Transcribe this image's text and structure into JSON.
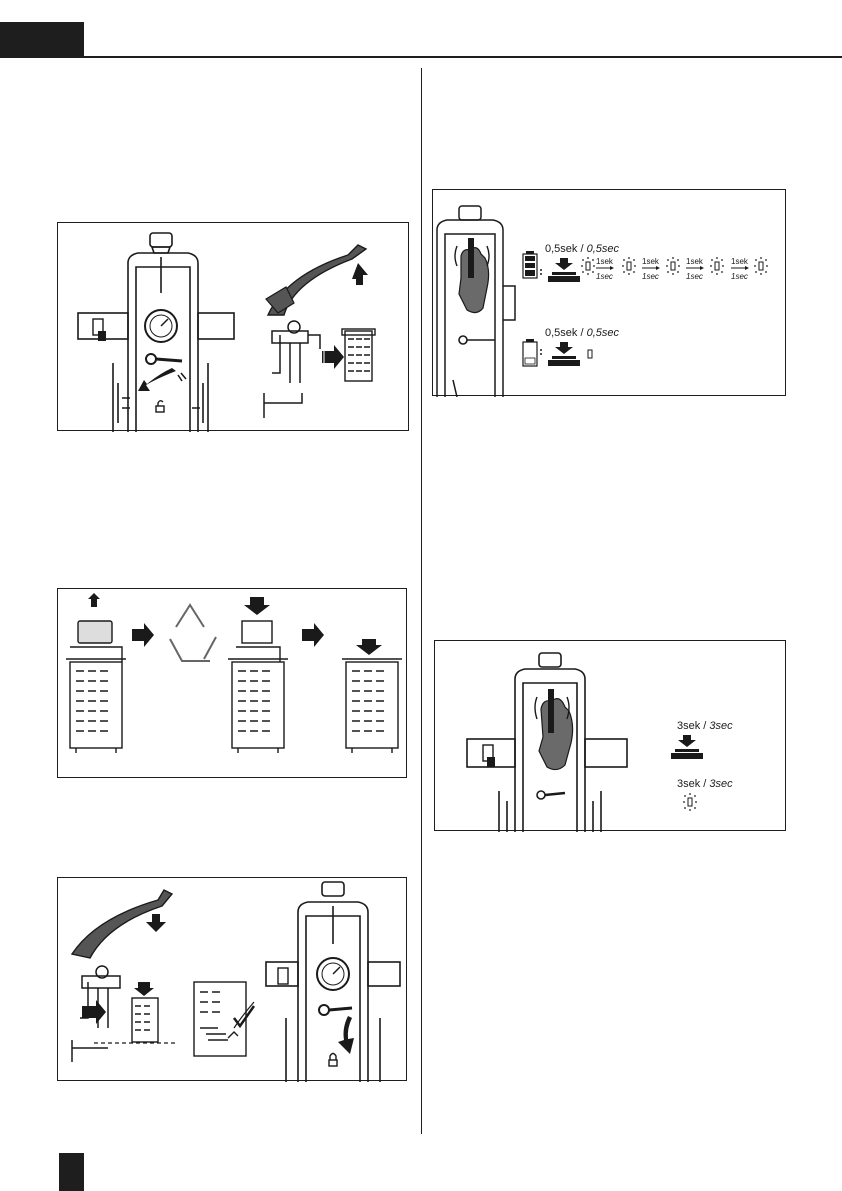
{
  "fig4": {
    "row1_label": "0,5sek",
    "row1_label_alt": "0,5sec",
    "blink_steps": [
      {
        "top": "1sek",
        "bottom": "1sec"
      },
      {
        "top": "1sek",
        "bottom": "1sec"
      },
      {
        "top": "1sek",
        "bottom": "1sec"
      },
      {
        "top": "1sek",
        "bottom": "1sec"
      }
    ],
    "row2_label": "0,5sek",
    "row2_label_alt": "0,5sec"
  },
  "fig5": {
    "press_label": "3sek",
    "press_label_alt": "3sec",
    "blink_label": "3sek",
    "blink_label_alt": "3sec"
  }
}
